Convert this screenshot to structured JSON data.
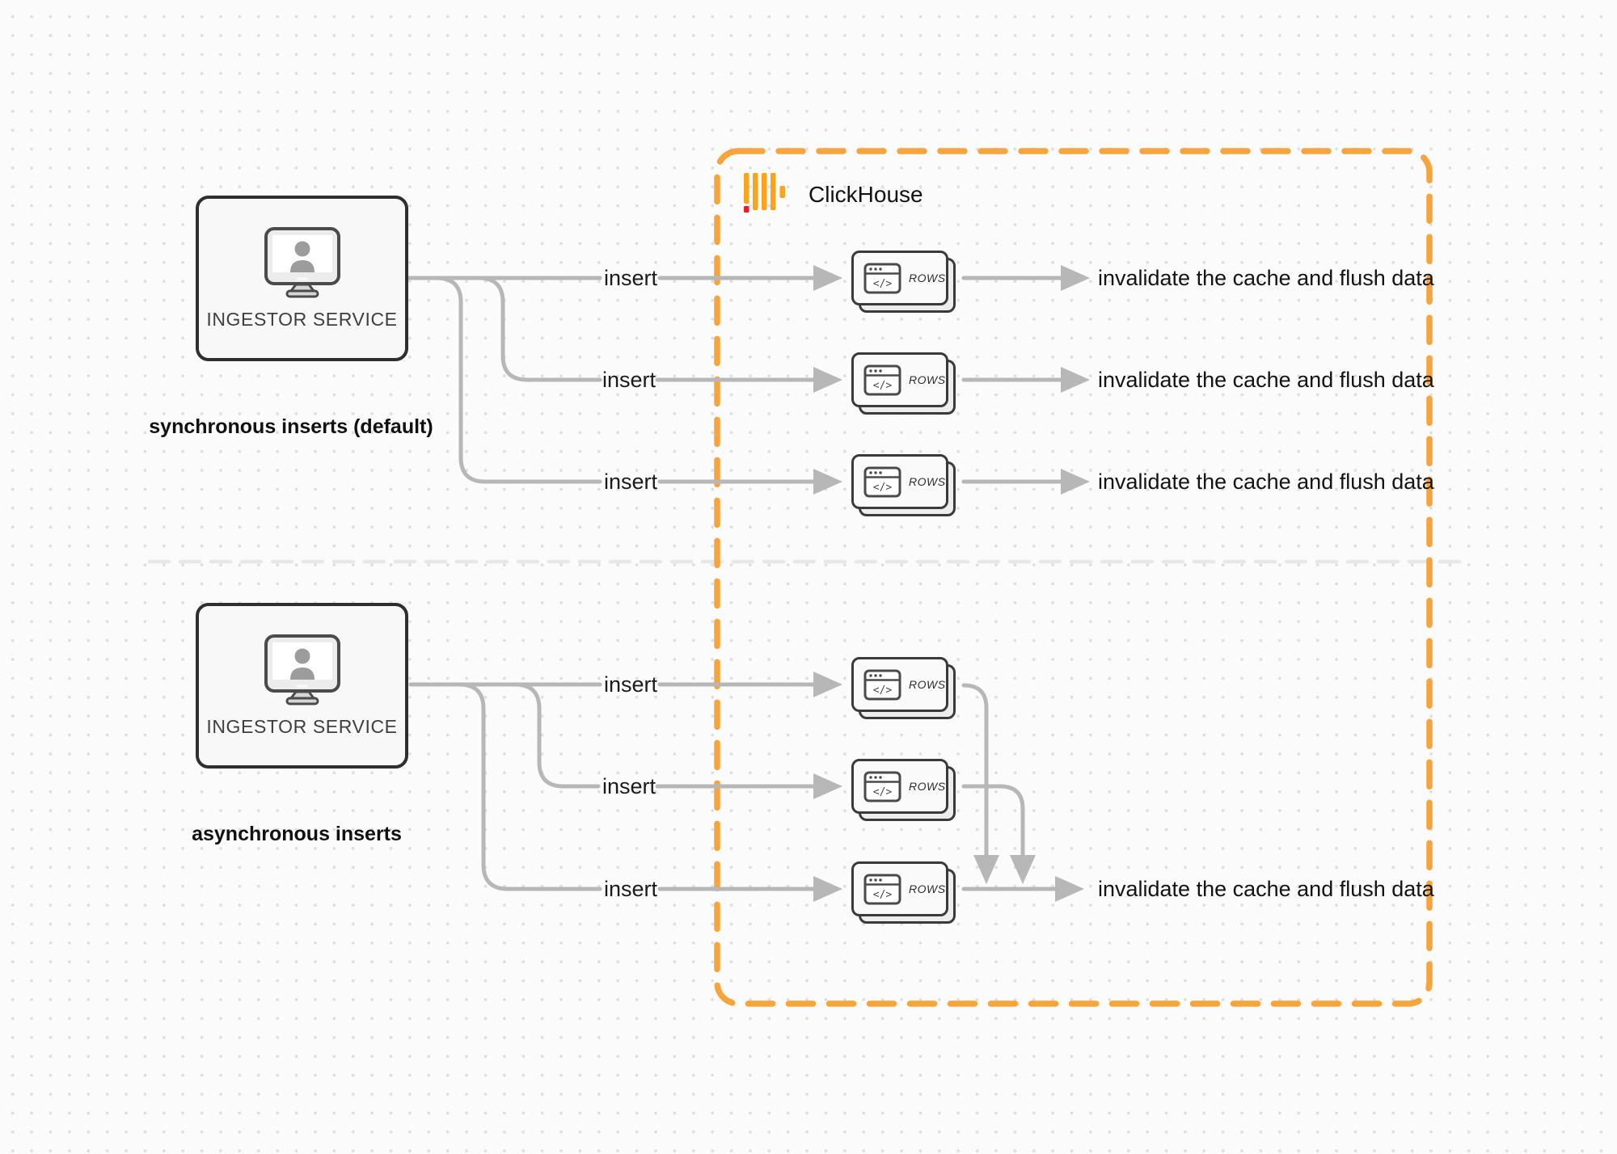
{
  "clickhouse": {
    "label": "ClickHouse",
    "logo_bar_color": "#FAA41B",
    "logo_accent_color": "#ED1B24",
    "container_border_color": "#F8A43D"
  },
  "diagram_colors": {
    "connector_gray": "#b7b7b7",
    "divider_gray": "#e7e7e7",
    "node_border": "#3a3a3a"
  },
  "sync": {
    "service_label": "INGESTOR SERVICE",
    "caption": "synchronous inserts (default)",
    "rows": [
      {
        "insert": "insert",
        "node": "ROWS",
        "result": "invalidate the cache and flush data"
      },
      {
        "insert": "insert",
        "node": "ROWS",
        "result": "invalidate the cache and flush data"
      },
      {
        "insert": "insert",
        "node": "ROWS",
        "result": "invalidate the cache and flush data"
      }
    ]
  },
  "async": {
    "service_label": "INGESTOR SERVICE",
    "caption": "asynchronous inserts",
    "rows": [
      {
        "insert": "insert",
        "node": "ROWS"
      },
      {
        "insert": "insert",
        "node": "ROWS"
      },
      {
        "insert": "insert",
        "node": "ROWS"
      }
    ],
    "result": "invalidate the cache and flush data"
  }
}
